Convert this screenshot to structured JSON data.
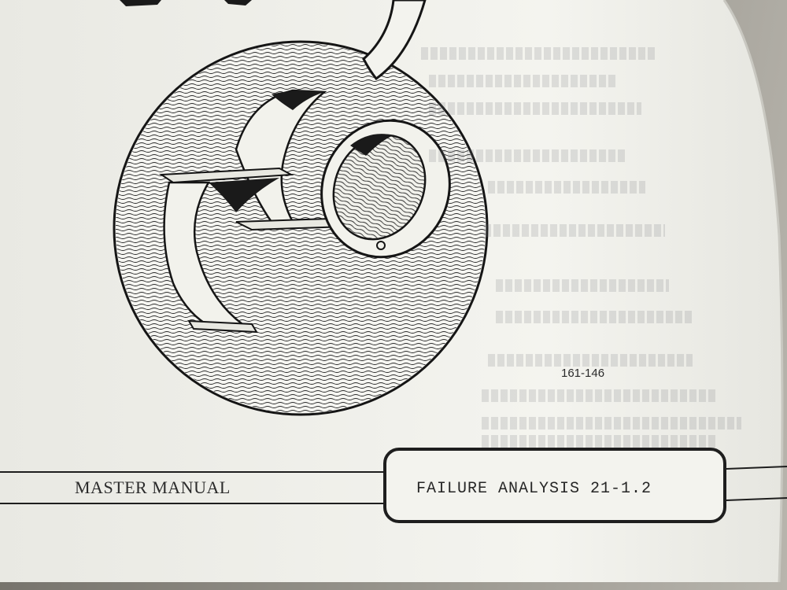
{
  "figure": {
    "code": "161-146",
    "subject": "bearing-shells-illustration"
  },
  "footer": {
    "left_title": "MASTER MANUAL",
    "box_label": "FAILURE ANALYSIS 21-1.2"
  },
  "colors": {
    "paper": "#f3f3ee",
    "ink": "#1e1e1e",
    "background": "#8f8c85"
  }
}
